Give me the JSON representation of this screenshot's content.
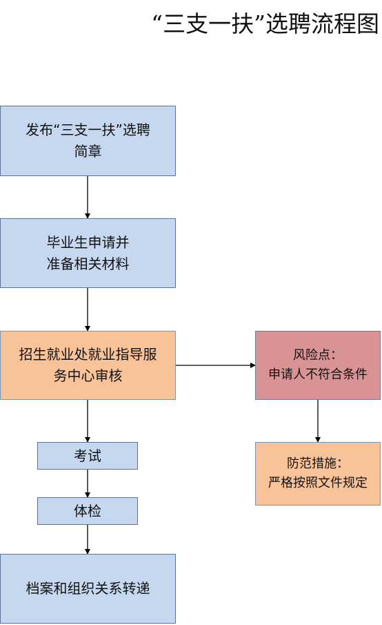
{
  "title": "“三支一扶”选聘流程图",
  "boxes": {
    "publish": [
      "发布“三支一扶”选聘",
      "简章"
    ],
    "apply": [
      "毕业生申请并",
      "准备相关材料"
    ],
    "review": [
      "招生就业处就业指导服",
      "务中心审核"
    ],
    "exam": [
      "考试"
    ],
    "medical": [
      "体检"
    ],
    "transfer": [
      "档案和组织关系转递"
    ],
    "risk": [
      "风险点：",
      "申请人不符合条件"
    ],
    "prevention": [
      "防范措施：",
      "严格按照文件规定"
    ]
  }
}
